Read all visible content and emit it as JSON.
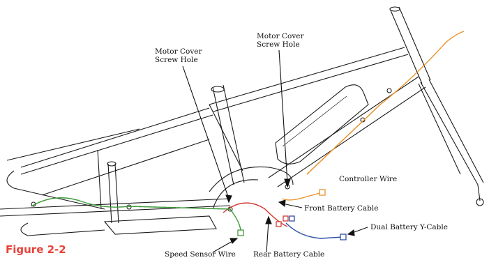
{
  "labels": {
    "motor_cover_left": "Motor Cover\nScrew Hole",
    "motor_cover_right": "Motor Cover\nScrew Hole",
    "controller_wire": "Controller Wire",
    "front_battery_cable": "Front Battery Cable",
    "dual_battery_cable": "Dual Battery Y-Cable",
    "speed_sensor_wire": "Speed Sensor Wire",
    "rear_battery_cable": "Rear Battery Cable",
    "figure_label": "Figure 2-2"
  },
  "colors": {
    "controller_wire": "#e8922a",
    "front_battery_cable": "#d23a32",
    "dual_battery_cable": "#2c4fa6",
    "speed_sensor_wire": "#3f9a3c",
    "figure_label": "#e8433a"
  }
}
